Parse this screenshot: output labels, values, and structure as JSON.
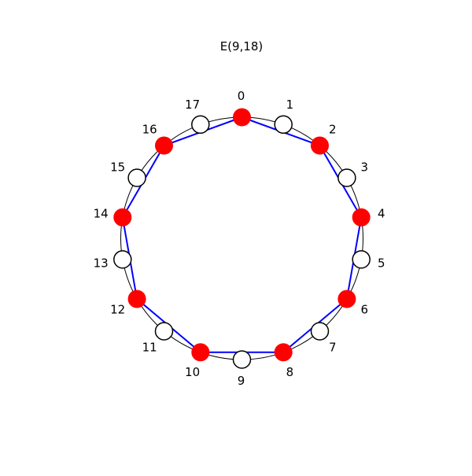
{
  "title": "E(9,18)",
  "pulses": 9,
  "steps": 18,
  "rhythm": [
    1,
    0,
    1,
    0,
    1,
    0,
    1,
    0,
    1,
    0,
    1,
    0,
    1,
    0,
    1,
    0,
    1,
    0
  ],
  "labels": [
    "0",
    "1",
    "2",
    "3",
    "4",
    "5",
    "6",
    "7",
    "8",
    "9",
    "10",
    "11",
    "12",
    "13",
    "14",
    "15",
    "16",
    "17"
  ],
  "colors": {
    "onset_fill": "#ff0000",
    "rest_fill": "#ffffff",
    "node_stroke": "#000000",
    "polygon": "#0000ff",
    "circle": "#000000"
  }
}
